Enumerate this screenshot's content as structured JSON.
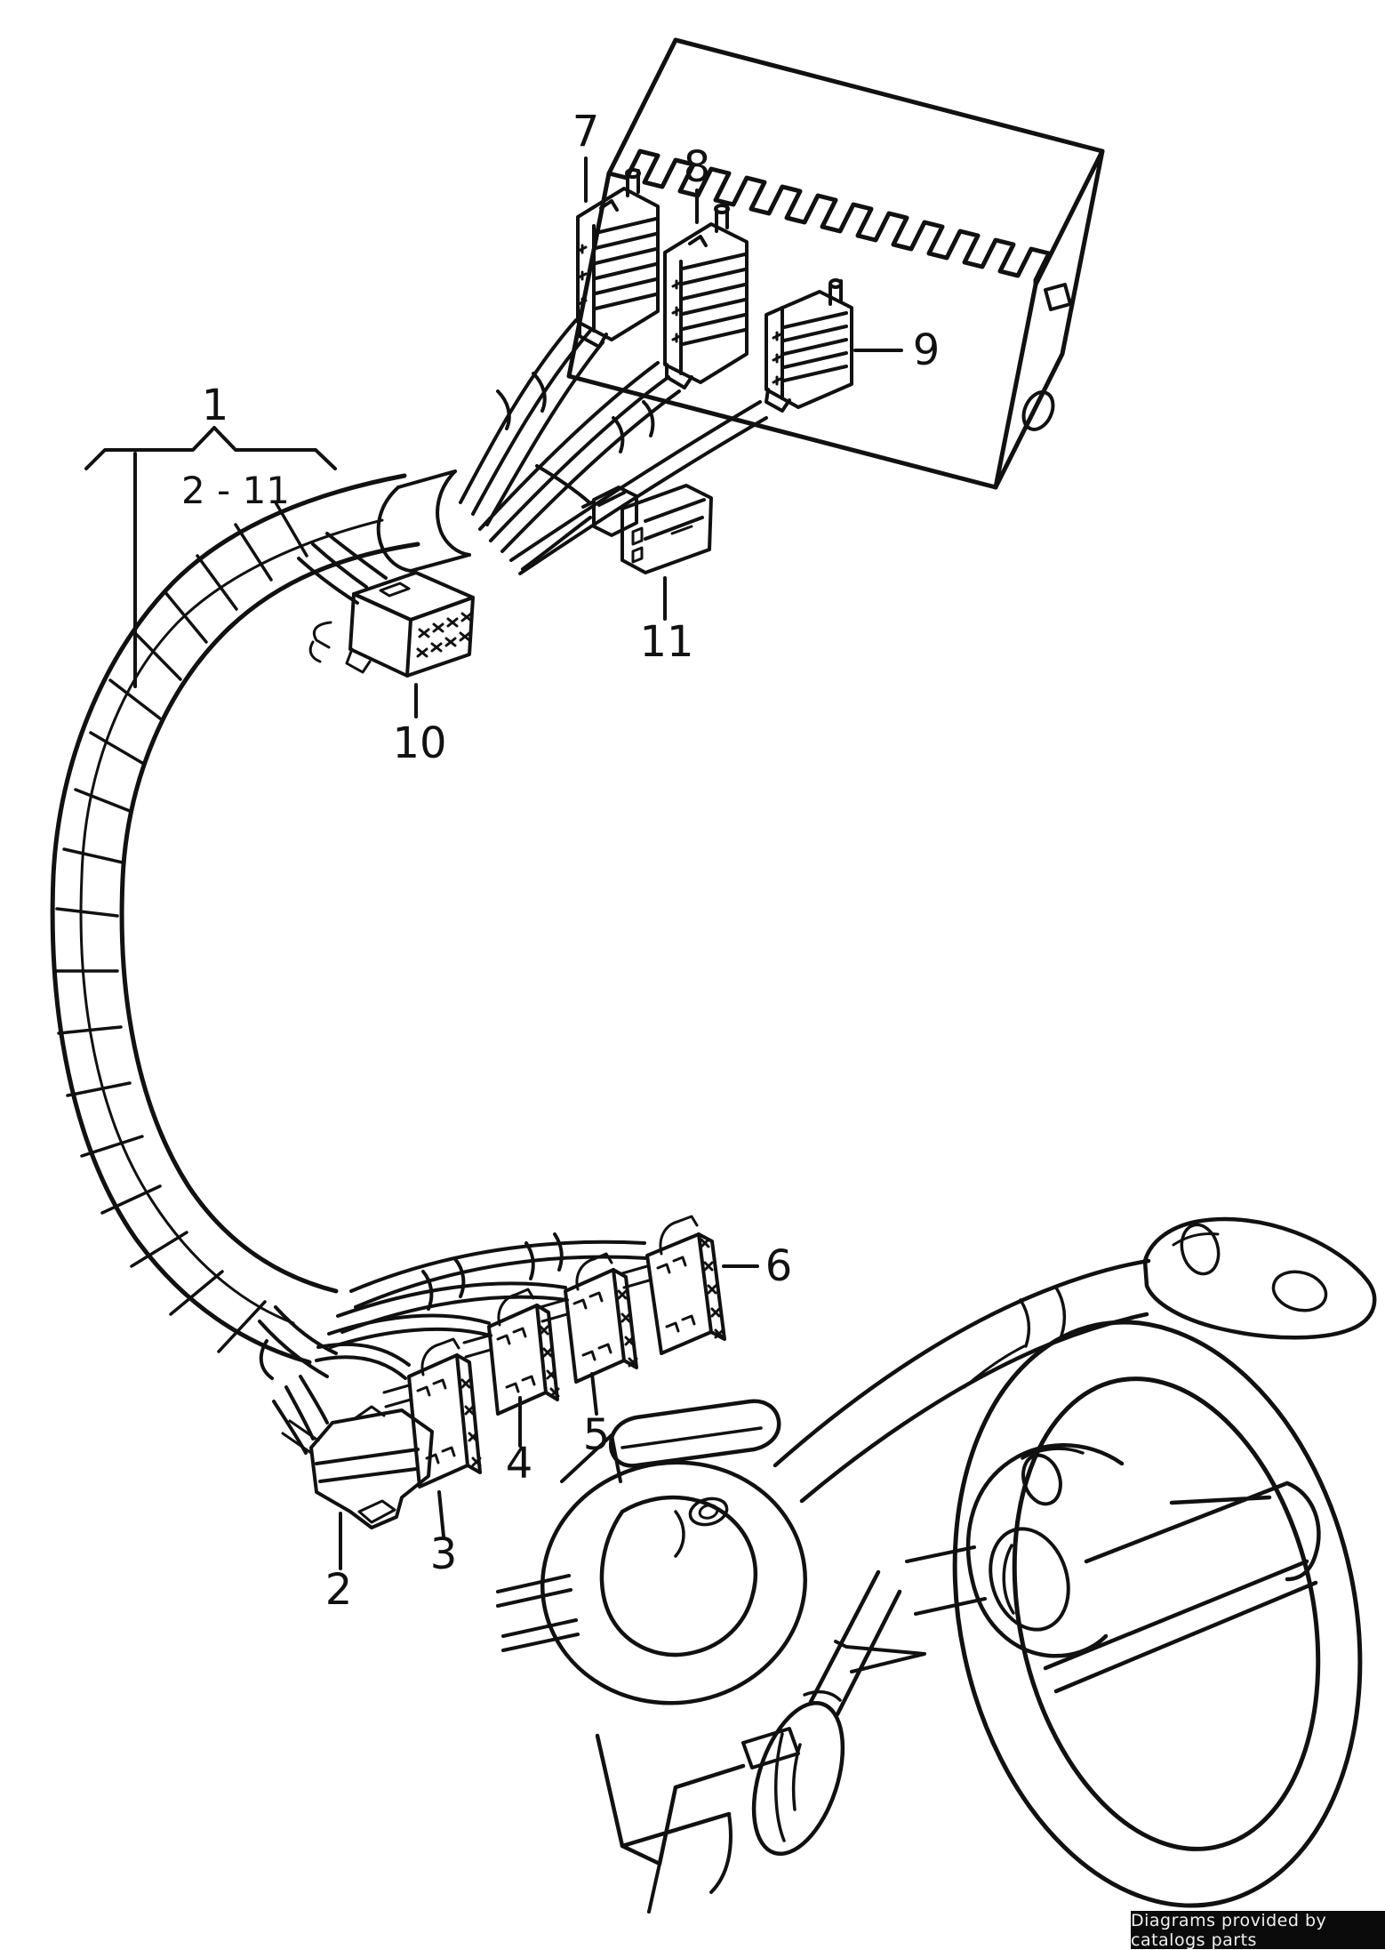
{
  "page": {
    "background": "#ffffff",
    "ink": "#111111"
  },
  "figure": {
    "kind": "exploded-parts-line-diagram",
    "subject": "steering column wiring harness with connectors, column switch and steering wheel",
    "callouts": {
      "c1": "1",
      "range": "2 - 11",
      "c2": "2",
      "c3": "3",
      "c4": "4",
      "c5": "5",
      "c6": "6",
      "c7": "7",
      "c8": "8",
      "c9": "9",
      "c10": "10",
      "c11": "11"
    }
  },
  "watermark": {
    "text": "Diagrams provided by catalogs parts",
    "background": "#000000",
    "color": "#ffffff"
  }
}
